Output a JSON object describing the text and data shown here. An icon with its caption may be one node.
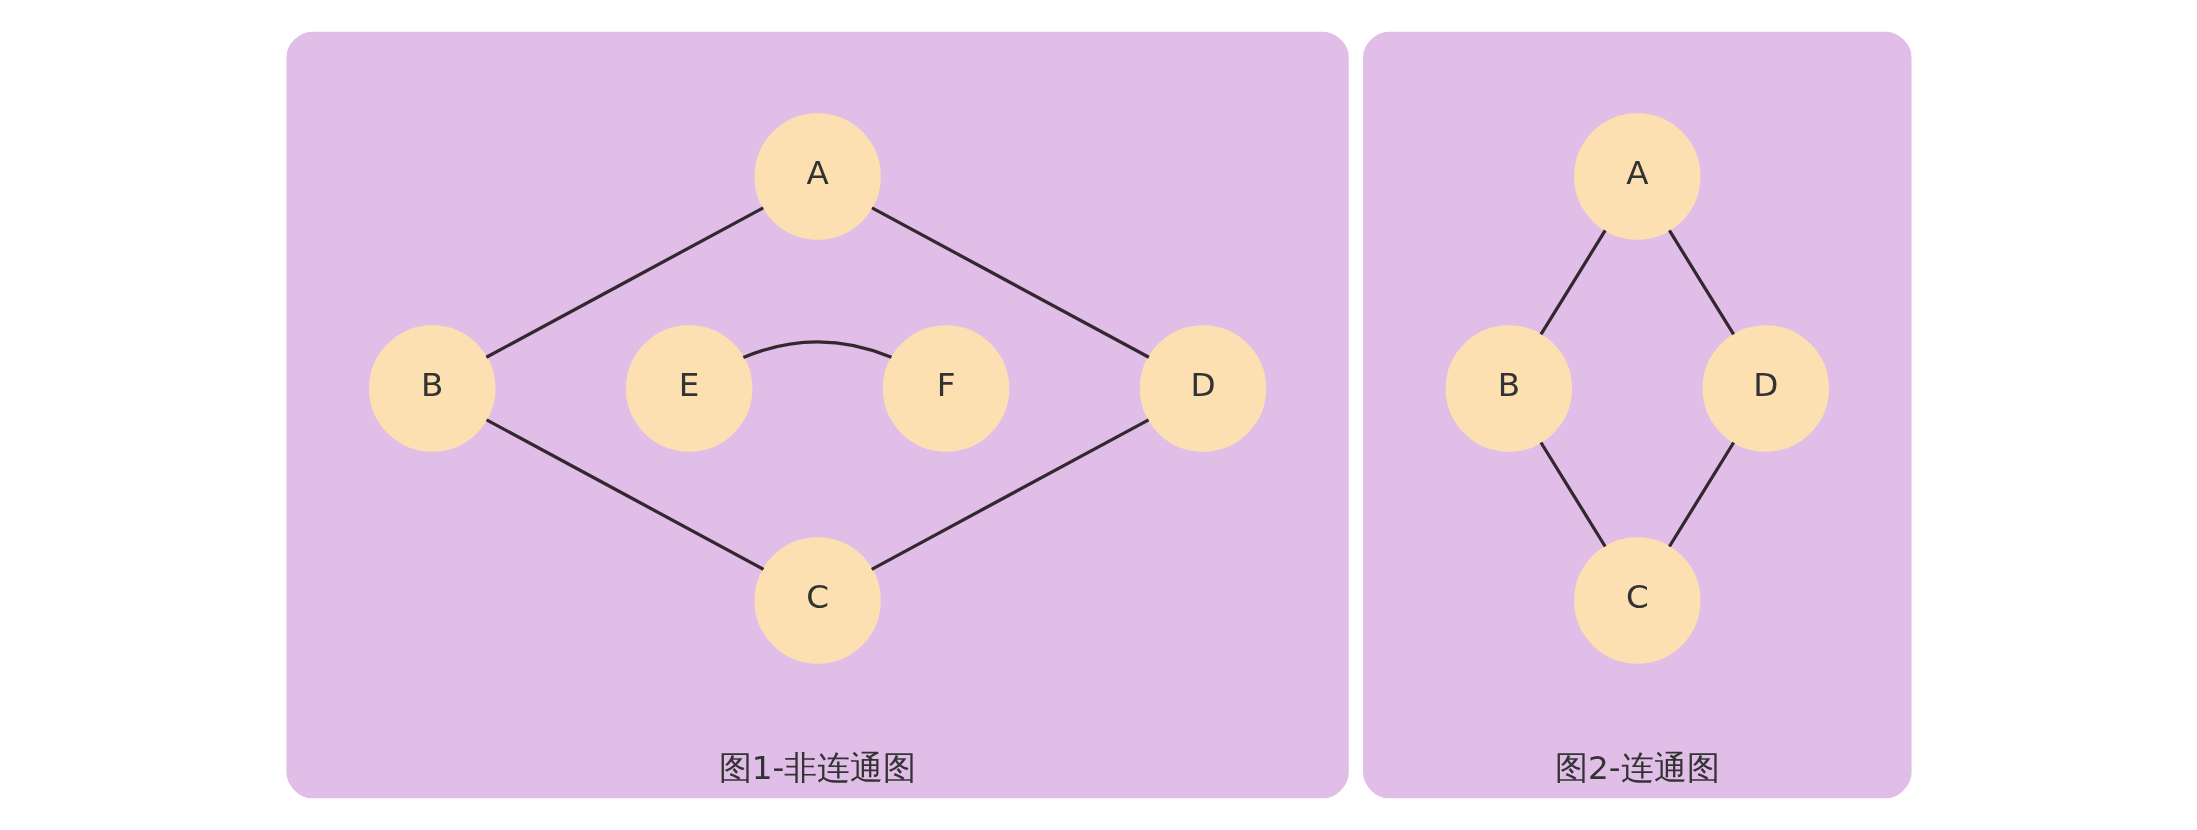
{
  "diagram": {
    "nodes": [
      {
        "text": [
          "图1-非连通图"
        ]
      },
      {
        "text": [
          "A"
        ],
        "in": 0
      },
      {
        "text": [
          "B"
        ],
        "in": 0
      },
      {
        "text": [
          "E"
        ],
        "in": 0
      },
      {
        "text": [
          "F"
        ],
        "in": 0
      },
      {
        "text": [
          "D"
        ],
        "in": 0
      },
      {
        "text": [
          "C"
        ],
        "in": 0
      },
      {
        "text": [
          "图2-连通图"
        ]
      },
      {
        "text": [
          "A"
        ],
        "in": 7
      },
      {
        "text": [
          "B"
        ],
        "in": 7
      },
      {
        "text": [
          "D"
        ],
        "in": 7
      },
      {
        "text": [
          "C"
        ],
        "in": 7
      }
    ],
    "edges": [
      {
        "from": 1,
        "to": 2,
        "arrow": "none"
      },
      {
        "from": 1,
        "to": 5,
        "arrow": "none"
      },
      {
        "from": 2,
        "to": 6,
        "arrow": "none"
      },
      {
        "from": 5,
        "to": 6,
        "arrow": "none"
      },
      {
        "from": 3,
        "to": 4,
        "arrow": "none"
      },
      {
        "from": 8,
        "to": 9,
        "arrow": "none"
      },
      {
        "from": 8,
        "to": 10,
        "arrow": "none"
      },
      {
        "from": 9,
        "to": 11,
        "arrow": "none"
      },
      {
        "from": 10,
        "to": 11,
        "arrow": "none"
      }
    ]
  }
}
